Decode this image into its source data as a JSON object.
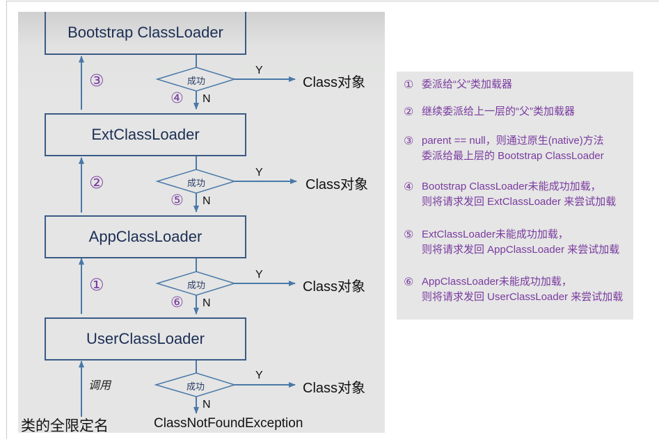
{
  "diagram": {
    "loaders": [
      {
        "name": "Bootstrap ClassLoader"
      },
      {
        "name": "ExtClassLoader"
      },
      {
        "name": "AppClassLoader"
      },
      {
        "name": "UserClassLoader"
      }
    ],
    "decision_label": "成功",
    "yes_label": "Y",
    "no_label": "N",
    "result_label": "Class对象",
    "up_steps": [
      "③",
      "②",
      "①"
    ],
    "down_steps": [
      "④",
      "⑤",
      "⑥"
    ],
    "invoke_label": "调用",
    "input_label": "类的全限定名",
    "failure_label": "ClassNotFoundException"
  },
  "legend": {
    "items": [
      {
        "num": "①",
        "text": "委派给“父”类加载器"
      },
      {
        "num": "②",
        "text": "继续委派给上一层的“父”类加载器"
      },
      {
        "num": "③",
        "text": "parent == null，则通过原生(native)方法\n委派给最上层的 Bootstrap ClassLoader"
      },
      {
        "num": "④",
        "text": "Bootstrap ClassLoader未能成功加载，\n则将请求发回 ExtClassLoader 来尝试加载"
      },
      {
        "num": "⑤",
        "text": "ExtClassLoader未能成功加载，\n则将请求发回 AppClassLoader 来尝试加载"
      },
      {
        "num": "⑥",
        "text": "AppClassLoader未能成功加载，\n则将请求发回 UserClassLoader 来尝试加载"
      }
    ]
  },
  "colors": {
    "box_border": "#3a5a86",
    "arrow": "#4a78a8",
    "step_number": "#7b3fa0",
    "legend_text": "#7a3aa0"
  }
}
